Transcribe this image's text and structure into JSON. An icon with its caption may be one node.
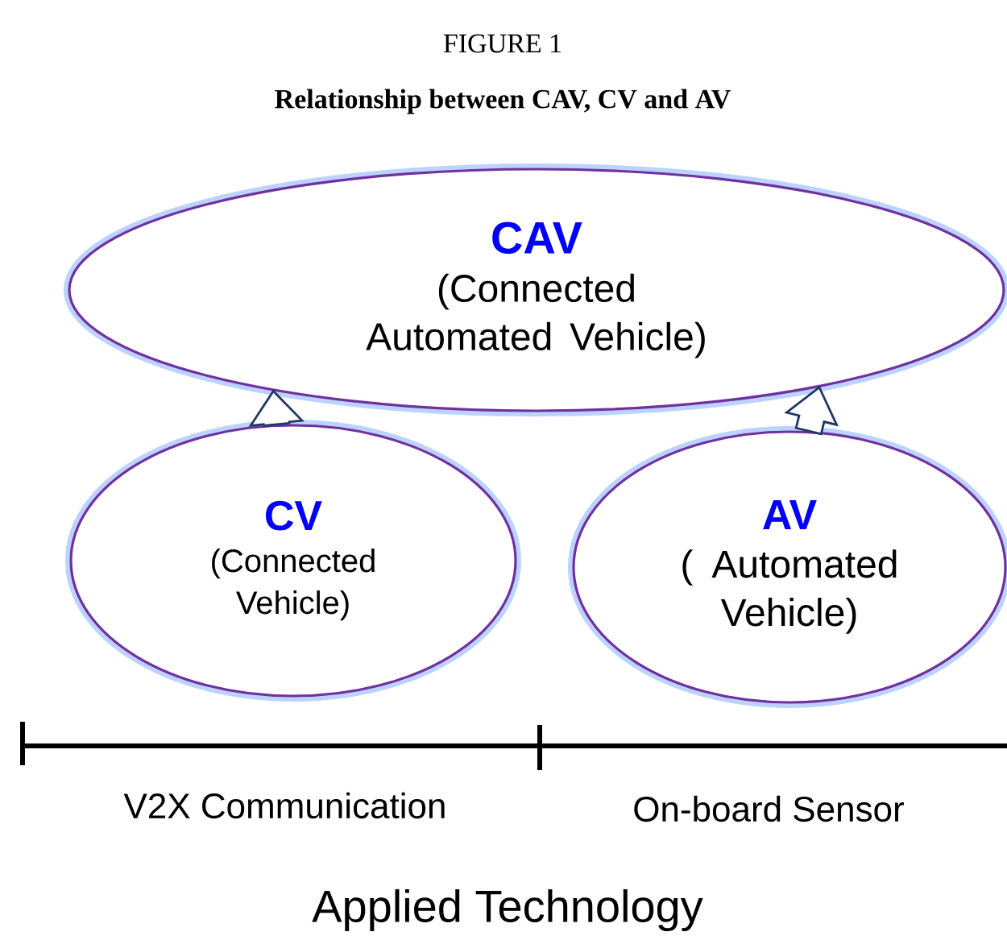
{
  "diagram": {
    "title": "FIGURE 1",
    "caption": "Relationship between CAV, CV and AV",
    "nodes": [
      {
        "text": [
          "CAV",
          "(Connected Automated Vehicle)"
        ]
      },
      {
        "text": [
          "CV",
          "(Connected Vehicle)"
        ]
      },
      {
        "text": [
          "AV",
          "( Automated Vehicle)"
        ]
      }
    ],
    "edges": [
      {
        "from": 1,
        "to": 0,
        "arrow": "to"
      },
      {
        "from": 2,
        "to": 0,
        "arrow": "to"
      }
    ],
    "labels": [
      "V2X Communication",
      "On-board Sensor",
      "Applied Technology"
    ]
  }
}
